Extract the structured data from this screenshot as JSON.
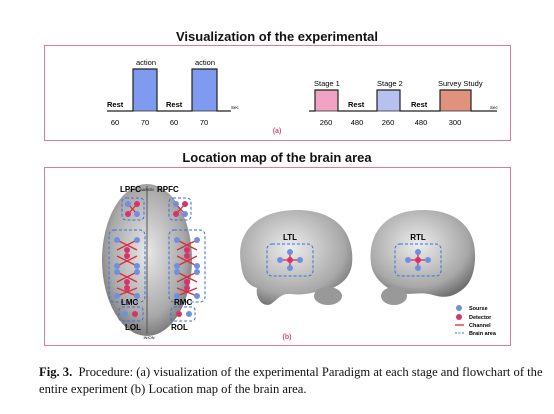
{
  "figure": {
    "title_a": "Visualization of the experimental",
    "title_b": "Location map of the brain area",
    "panel_a_label": "(a)",
    "panel_b_label": "(b)"
  },
  "timeline_1": {
    "labels": {
      "rest1": "Rest",
      "action1": "action",
      "rest2": "Rest",
      "action2": "action",
      "unit": "Sec"
    },
    "ticks": [
      "60",
      "70",
      "60",
      "70"
    ],
    "block_color": "#7f9bf0"
  },
  "timeline_2": {
    "labels": {
      "stage1": "Stage 1",
      "rest1": "Rest",
      "stage2": "Stage 2",
      "rest2": "Rest",
      "survey": "Survey Study",
      "unit": "Sec"
    },
    "ticks": [
      "260",
      "480",
      "260",
      "480",
      "300"
    ],
    "colors": {
      "stage1": "#f0a3c2",
      "stage2": "#b7c1f0",
      "survey": "#e0937c"
    }
  },
  "brain_map": {
    "top_view_labels": {
      "lpfc": "LPFC",
      "nasion": "NASION",
      "rpfc": "RPFC",
      "lmc": "LMC",
      "rmc": "RMC",
      "lol": "LOL",
      "rol": "ROL",
      "inion": "INION"
    },
    "side_labels": {
      "ltl": "LTL",
      "rtl": "RTL"
    },
    "legend": {
      "source": "Sourse",
      "detector": "Detector",
      "channel": "Channel",
      "brain_area": "Brain area"
    },
    "colors": {
      "source": "#6f8fe0",
      "detector": "#d6336c",
      "channel": "#d62f3a",
      "area": "#3b6fd9"
    }
  },
  "caption": {
    "label": "Fig. 3.",
    "text": "Procedure: (a) visualization of the experimental Paradigm at each stage and flowchart of the entire experiment (b) Location map of the brain area."
  }
}
